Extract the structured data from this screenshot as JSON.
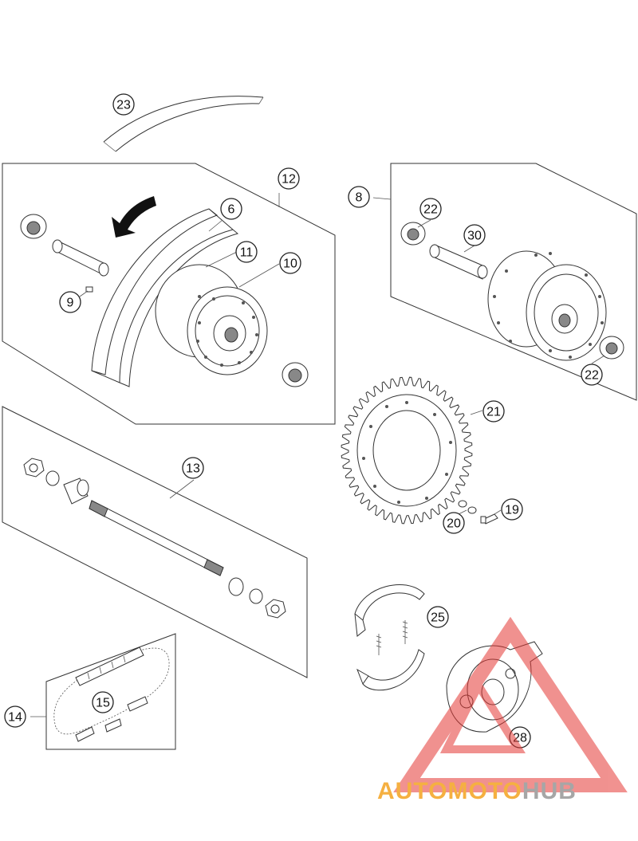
{
  "diagram": {
    "title": "",
    "callouts": [
      "23",
      "12",
      "6",
      "11",
      "10",
      "9",
      "8",
      "22",
      "30",
      "22",
      "21",
      "13",
      "20",
      "19",
      "25",
      "14",
      "15",
      "28"
    ]
  },
  "watermark": {
    "part1": "AUTOMOTO",
    "part2": "HUB",
    "color1": "#f5b041",
    "color2": "#a6a6a6",
    "triangle_color": "#e53935"
  }
}
